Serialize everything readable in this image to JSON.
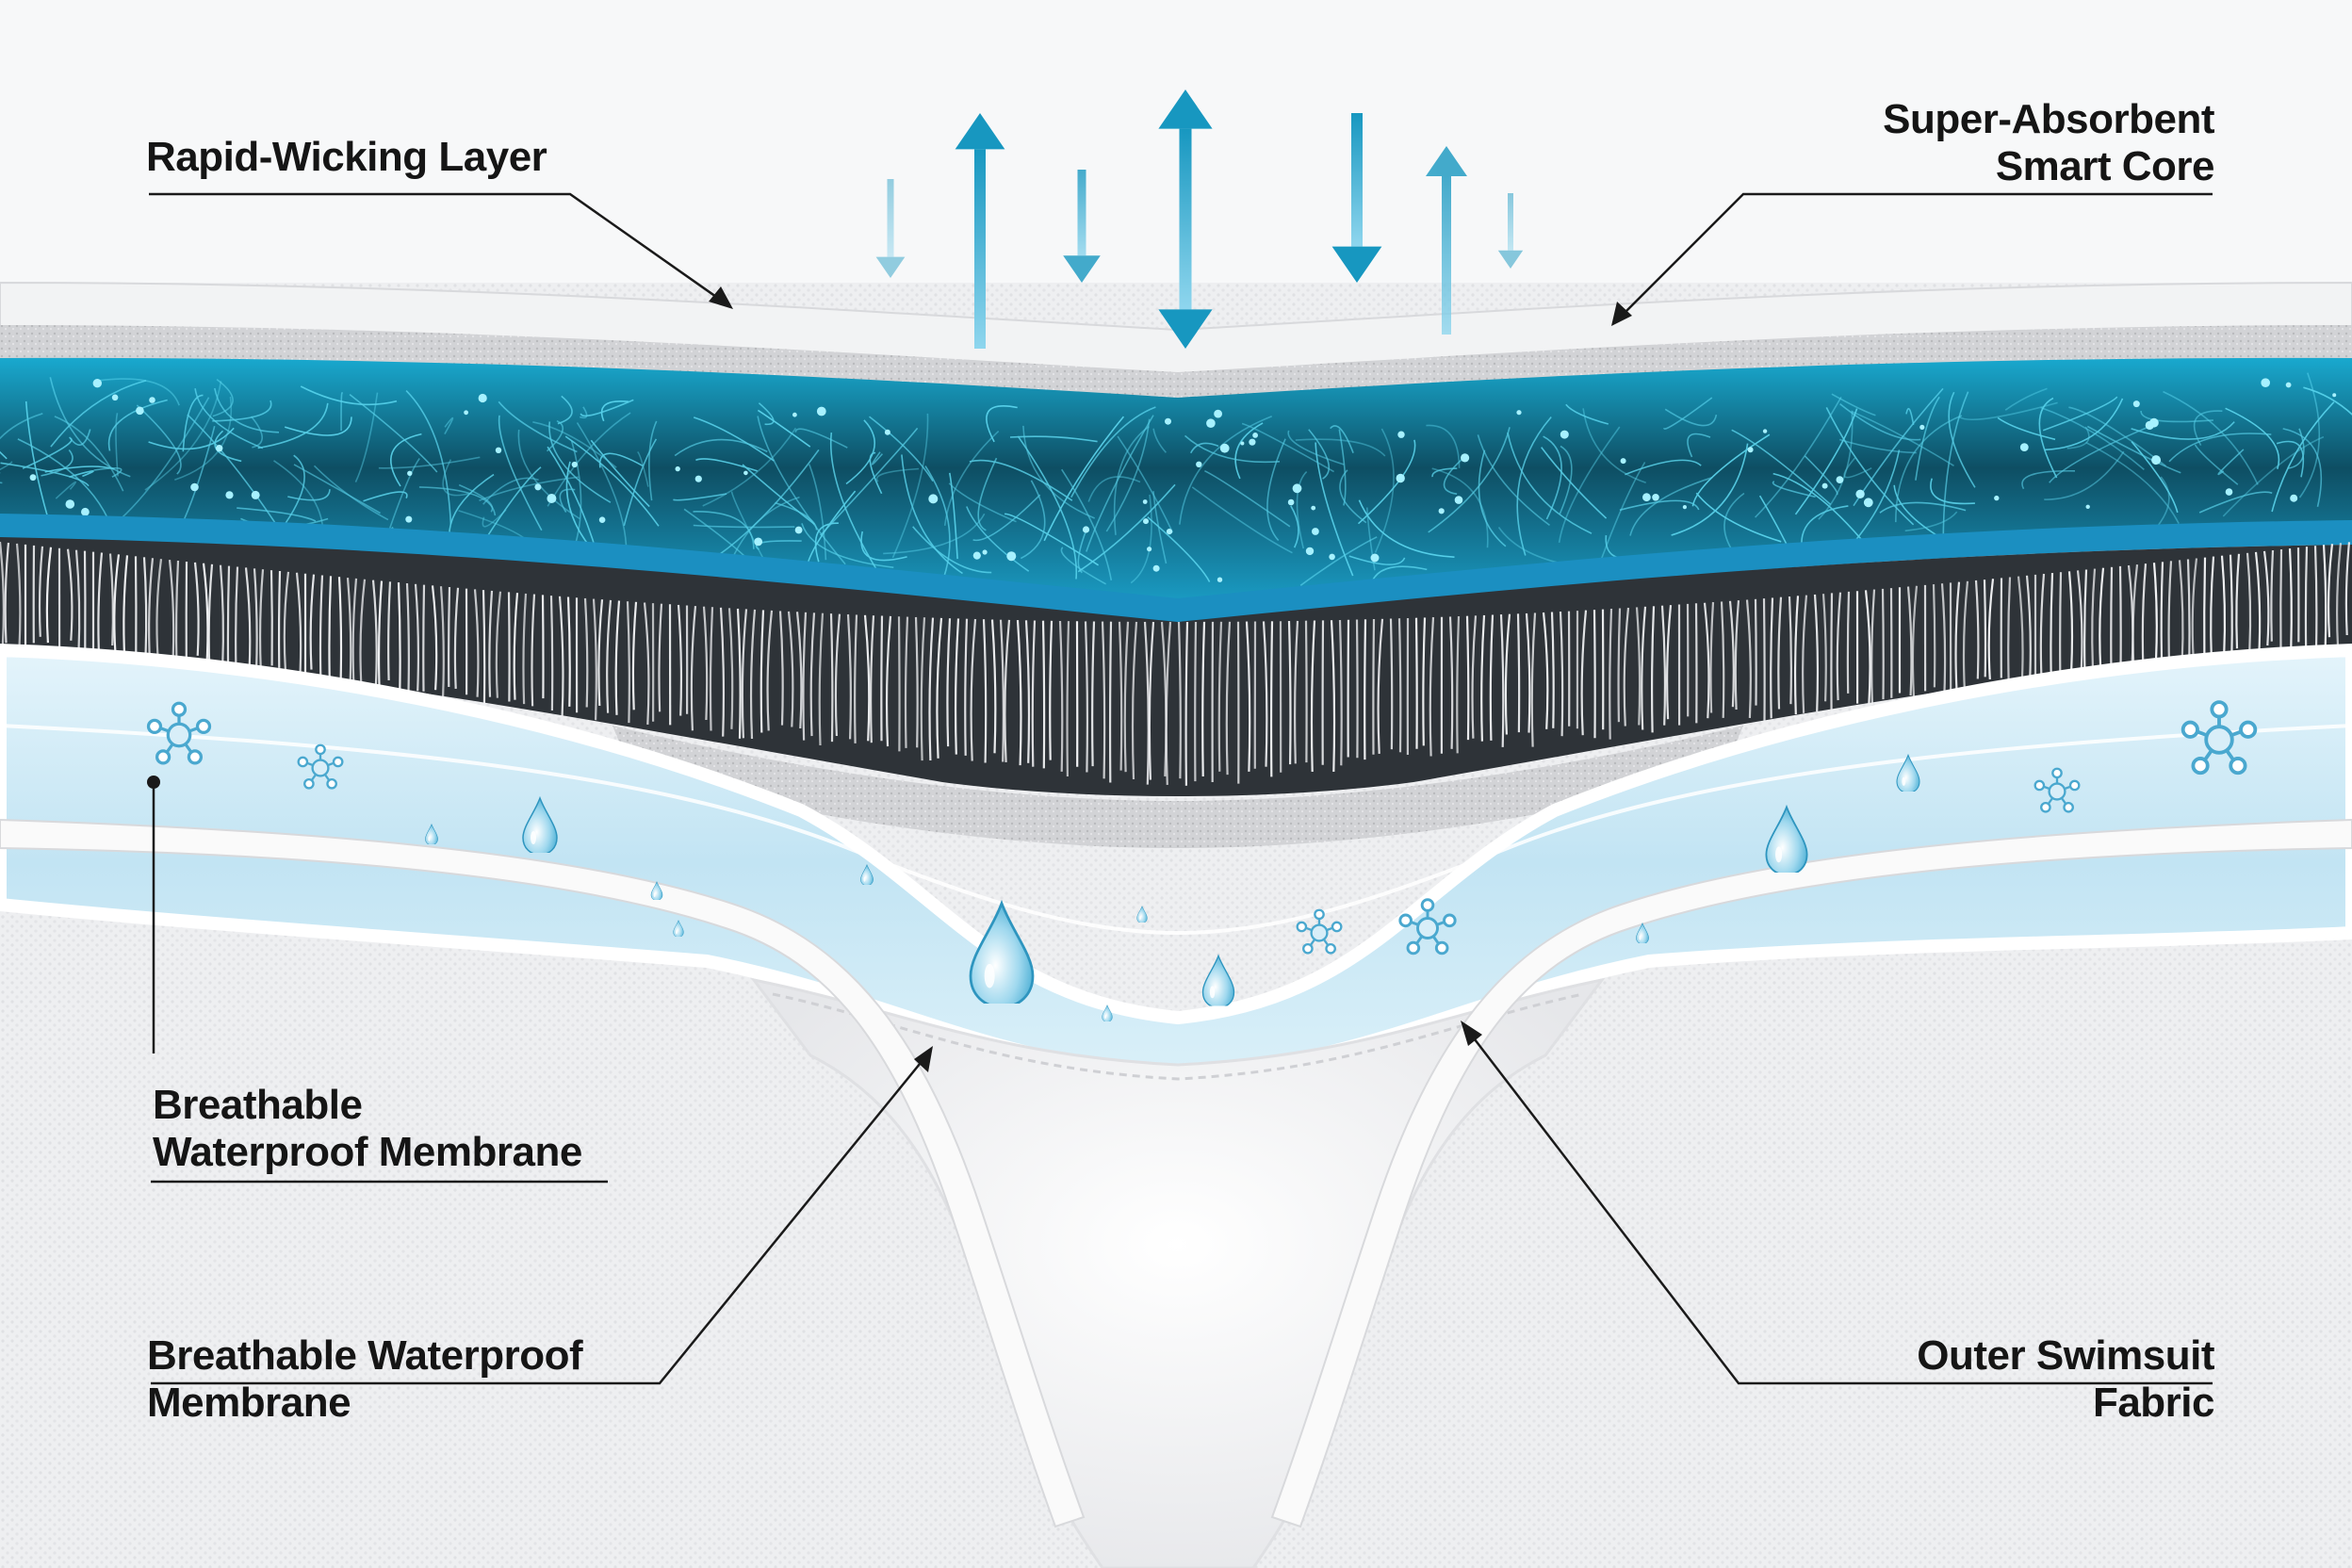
{
  "labels": {
    "rapid_wicking": {
      "line1": "Rapid-Wicking Layer"
    },
    "smart_core": {
      "line1": "Super-Absorbent",
      "line2": "Smart Core"
    },
    "membrane_left": {
      "line1": "Breathable",
      "line2": "Waterproof Membrane"
    },
    "membrane_bottom": {
      "line1": "Breathable Waterproof",
      "line2": "Membrane"
    },
    "outer_fabric": {
      "line1": "Outer Swimsuit",
      "line2": "Fabric"
    }
  },
  "icons": {
    "moisture_arrows": "up-down-arrow-icon",
    "droplets": "water-droplet-icon",
    "molecules": "molecule-icon"
  },
  "colors": {
    "core_blue": "#1fb8dc",
    "core_dark": "#0b5a70",
    "membrane_band": "#cfeaf6",
    "arrow_blue": "#1ea4c8",
    "fabric_white": "#fbfbfb",
    "leader_line": "#1a1a1a"
  }
}
